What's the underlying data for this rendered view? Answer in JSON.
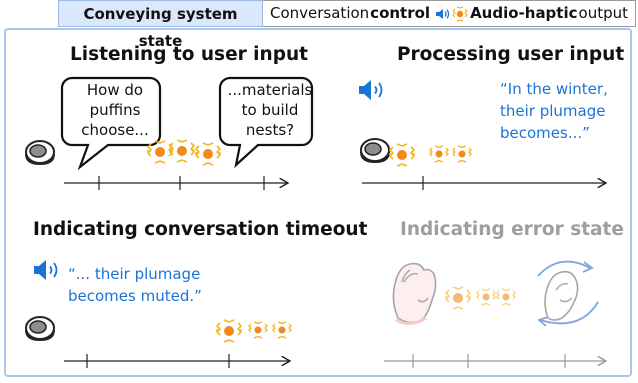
{
  "tabs": {
    "active": "Conveying system state",
    "inactive_prefix": "Conversation ",
    "inactive_bold": "control",
    "inactive_suffix_bold": "Audio-haptic",
    "inactive_suffix": " output"
  },
  "panels": {
    "listening": {
      "title": "Listening to user input",
      "bubble_left": "How do puffins choose...",
      "bubble_right": "...materials to build nests?"
    },
    "processing": {
      "title": "Processing user input",
      "quote": "“In the winter, their plumage becomes...”"
    },
    "timeout": {
      "title": "Indicating conversation timeout",
      "quote": "“... their plumage becomes muted.”"
    },
    "error": {
      "title": "Indicating error state"
    }
  },
  "icons": [
    "speaker-icon",
    "haptic-pulse-icon",
    "smart-ring-icon",
    "pinch-hand-icon",
    "repeat-arrow-icon"
  ],
  "colors": {
    "accent_blue": "#1a74d8",
    "haptic_orange": "#f08a1c",
    "haptic_yellow": "#f2b61f",
    "frame_blue": "#a8c6ee"
  }
}
